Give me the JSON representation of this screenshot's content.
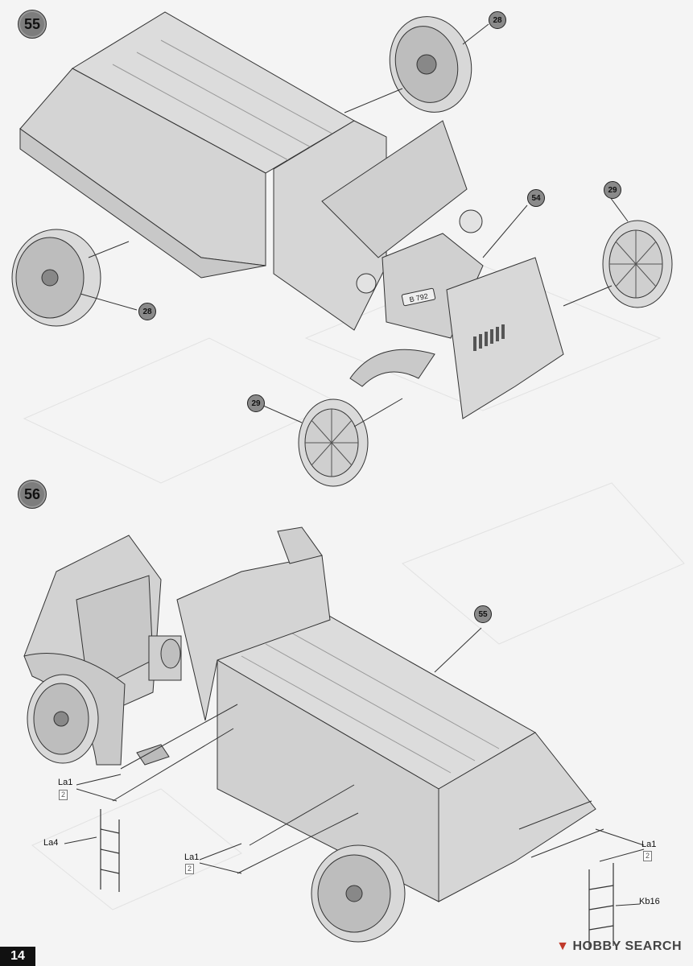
{
  "steps": [
    {
      "number": "55"
    },
    {
      "number": "56"
    }
  ],
  "callouts": {
    "c28a": "28",
    "c28b": "28",
    "c29a": "29",
    "c29b": "29",
    "c54": "54",
    "c55": "55"
  },
  "parts": {
    "la1_left": "La1",
    "la1_left_qty": "2",
    "la4": "La4",
    "la1_mid": "La1",
    "la1_mid_qty": "2",
    "la1_right": "La1",
    "la1_right_qty": "2",
    "kb16": "Kb16"
  },
  "vehicle_plate": "B 792",
  "page_number": "14",
  "watermark": {
    "brand": "HOBBY SEARCH",
    "icon": "hobbysearch-logo-icon"
  },
  "colors": {
    "paper": "#f4f4f4",
    "body": "#d6d6d6",
    "line": "#333333",
    "callout": "#8a8a8a"
  }
}
